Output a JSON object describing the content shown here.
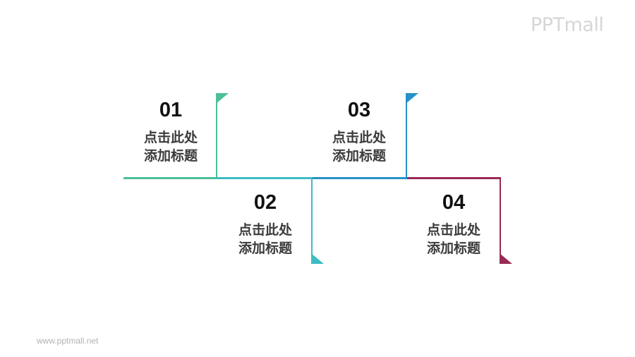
{
  "watermark": {
    "logo": "PPTmall",
    "url": "www.pptmall.net"
  },
  "colors": {
    "green": "#4bbf9b",
    "teal": "#3cbcc4",
    "blue": "#2691c8",
    "maroon": "#9a2a55"
  },
  "items": [
    {
      "number": "01",
      "line1": "点击此处",
      "line2": "添加标题",
      "color": "#4bbf9b"
    },
    {
      "number": "02",
      "line1": "点击此处",
      "line2": "添加标题",
      "color": "#3cbcc4"
    },
    {
      "number": "03",
      "line1": "点击此处",
      "line2": "添加标题",
      "color": "#2691c8"
    },
    {
      "number": "04",
      "line1": "点击此处",
      "line2": "添加标题",
      "color": "#9a2a55"
    }
  ]
}
